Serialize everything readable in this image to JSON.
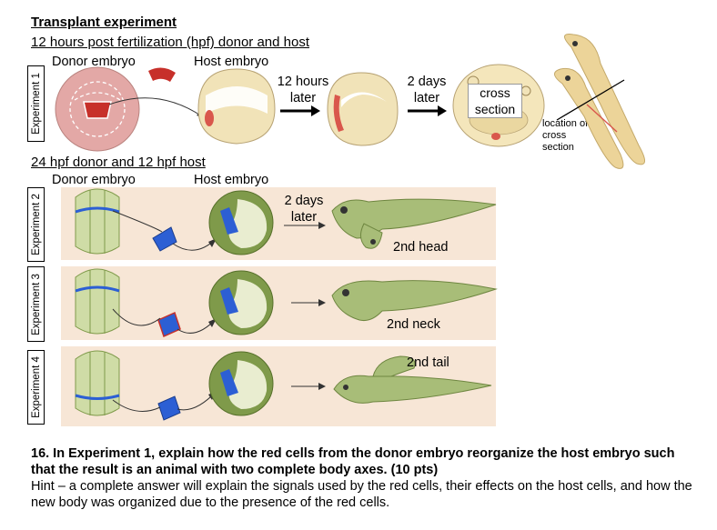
{
  "heading": "Transplant experiment",
  "section1": {
    "subheading": "12 hours post fertilization (hpf) donor and host",
    "donor_label": "Donor embryo",
    "host_label": "Host embryo",
    "arrow1_text": "12 hours later",
    "arrow2_text": "2 days later",
    "cross_section_label": "cross section",
    "location_label": "location of cross section",
    "experiment_label": "Experiment 1"
  },
  "section2": {
    "subheading": "24 hpf donor and 12 hpf host",
    "donor_label": "Donor embryo",
    "host_label": "Host embryo",
    "arrow_text": "2 days later"
  },
  "experiments": [
    {
      "label": "Experiment 2",
      "result": "2nd head"
    },
    {
      "label": "Experiment 3",
      "result": "2nd neck"
    },
    {
      "label": "Experiment 4",
      "result": "2nd tail"
    }
  ],
  "question": {
    "bold_text": "16. In Experiment 1, explain how the red cells from the donor embryo reorganize the host embryo such that the result is an animal with two complete body axes. (10 pts)",
    "hint_text": "Hint – a complete answer will explain the signals used by the red cells, their effects on the host cells, and how the new body was organized due to the presence of the red cells."
  },
  "colors": {
    "panel_bg": "#f7e6d6",
    "embryo_green": "#7f9a4a",
    "graft_blue": "#2c5fd4",
    "organizer_red": "#c7302a",
    "yolk_cream": "#f1e3b8"
  }
}
